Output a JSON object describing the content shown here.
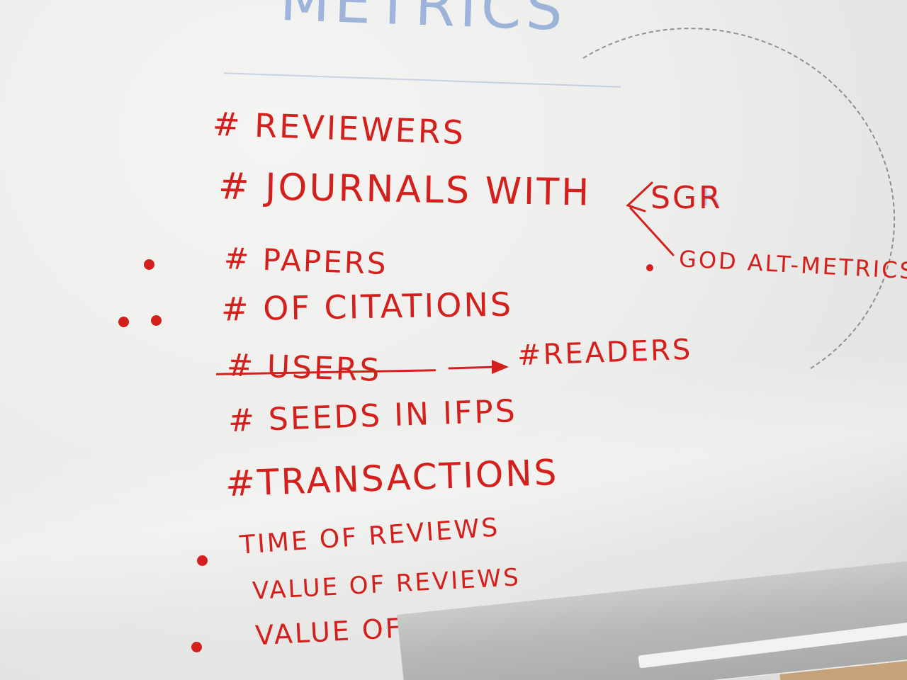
{
  "board": {
    "heading": "METRICS",
    "ghost_text": "R",
    "items": [
      "# REVIEWERS",
      "# JOURNALS  WITH",
      "# PAPERS",
      "# OF CITATIONS",
      "# USERS",
      "#READERS",
      "# SEEDS  IN IFPS",
      "#TRANSACTIONS",
      "TIME  OF  REVIEWS",
      "VALUE  OF  REVIEWS",
      "VALUE  OF  REVIEWERS"
    ],
    "side_notes": [
      "SGR",
      "GOD  ALT-METRICS"
    ]
  },
  "colors": {
    "marker_red": "#d4201d",
    "marker_blue": "#5a82c8",
    "board_white": "#ededeb"
  }
}
